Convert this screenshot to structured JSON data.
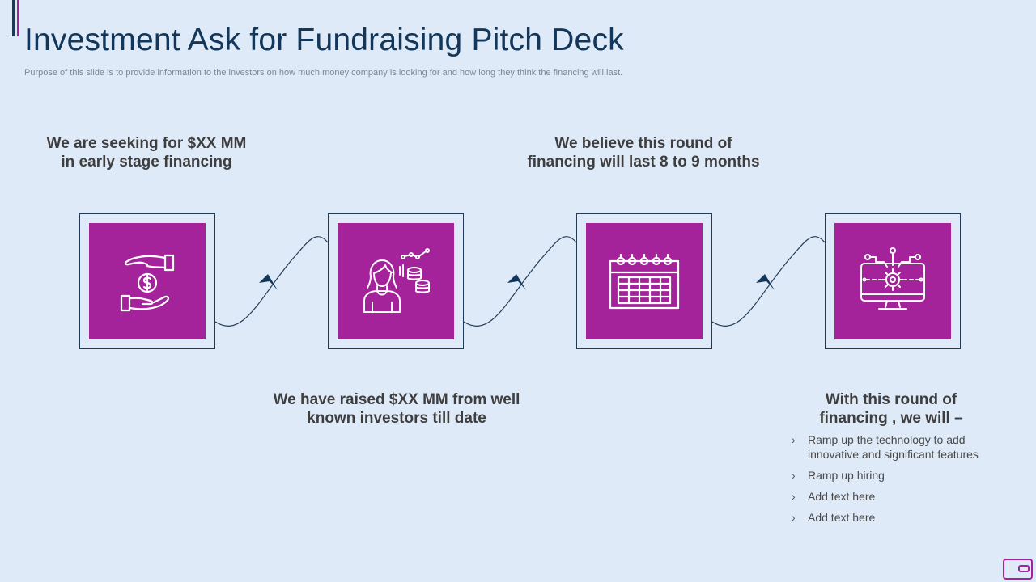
{
  "slide": {
    "title": "Investment Ask for Fundraising Pitch Deck",
    "subtitle": "Purpose of this slide is to provide information to the investors on how much money company is looking for and how long they think the financing will last."
  },
  "captions": {
    "seeking": [
      "We are seeking for $XX MM",
      "in early stage financing"
    ],
    "believe": [
      "We believe this round of",
      "financing will last 8 to 9 months"
    ],
    "raised": [
      "We have raised $XX MM from well",
      "known investors till date"
    ],
    "with_round": [
      "With this round of",
      "financing , we will –"
    ]
  },
  "bullets": [
    "Ramp up the technology to add innovative and significant features",
    "Ramp up hiring",
    "Add text here",
    "Add text here"
  ],
  "icons": [
    "money-hands-icon",
    "investor-growth-icon",
    "calendar-icon",
    "tech-gear-monitor-icon"
  ],
  "colors": {
    "background": "#dfeaf8",
    "accent": "#a4239b",
    "navy": "#12375a"
  }
}
